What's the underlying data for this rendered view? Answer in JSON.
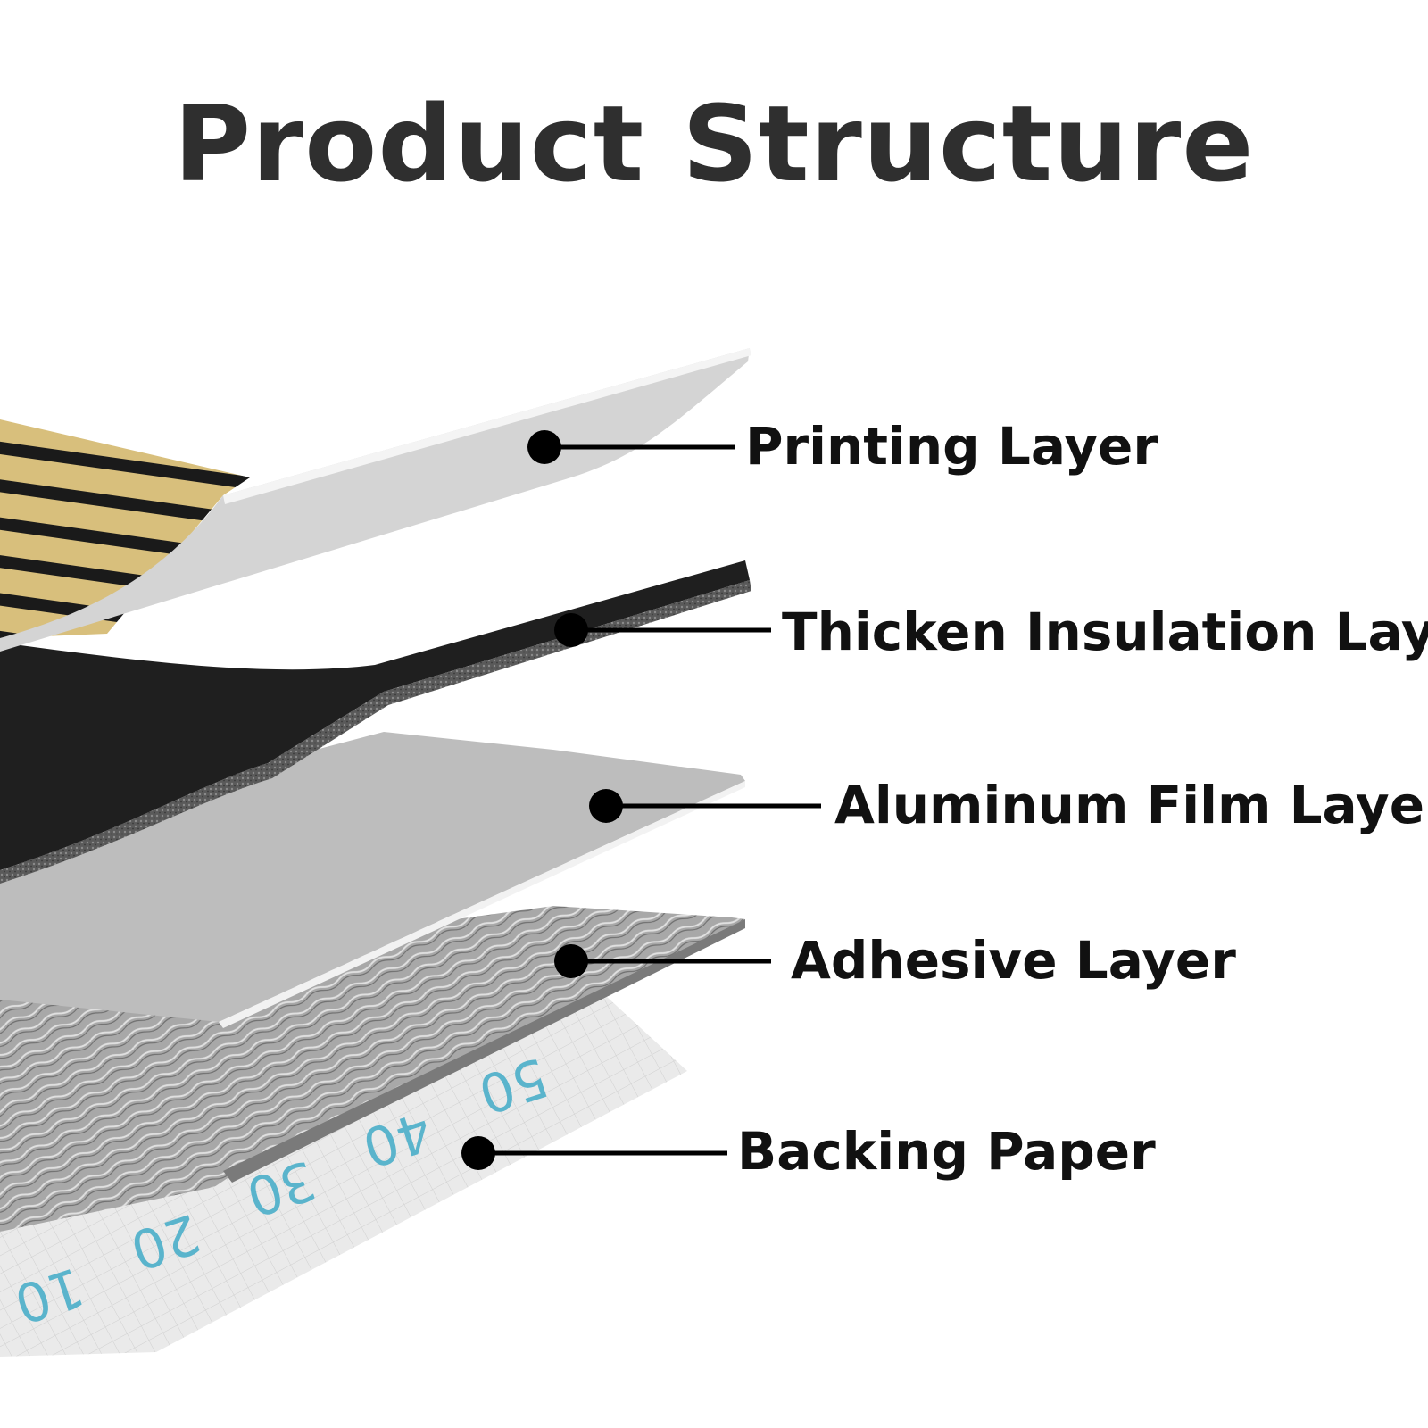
{
  "title": "Product Structure",
  "layers": [
    {
      "label": "Printing Layer"
    },
    {
      "label": "Thicken Insulation Layer"
    },
    {
      "label": "Aluminum Film Layer"
    },
    {
      "label": "Adhesive Layer"
    },
    {
      "label": "Backing Paper"
    }
  ],
  "backing_ruler": [
    "10",
    "20",
    "30",
    "40",
    "50"
  ],
  "colors": {
    "title": "#2f2f2f",
    "label": "#111111",
    "stripe_gold": "#d8bf7c",
    "stripe_dark": "#1a1a1a",
    "printing_face": "#d3d3d3",
    "foam": "#1e1e1e",
    "aluminum": "#b9b9b9",
    "adhesive": "#9c9c9c",
    "backing": "#e9e9e9",
    "ruler_numbers": "#5ab4cc"
  }
}
